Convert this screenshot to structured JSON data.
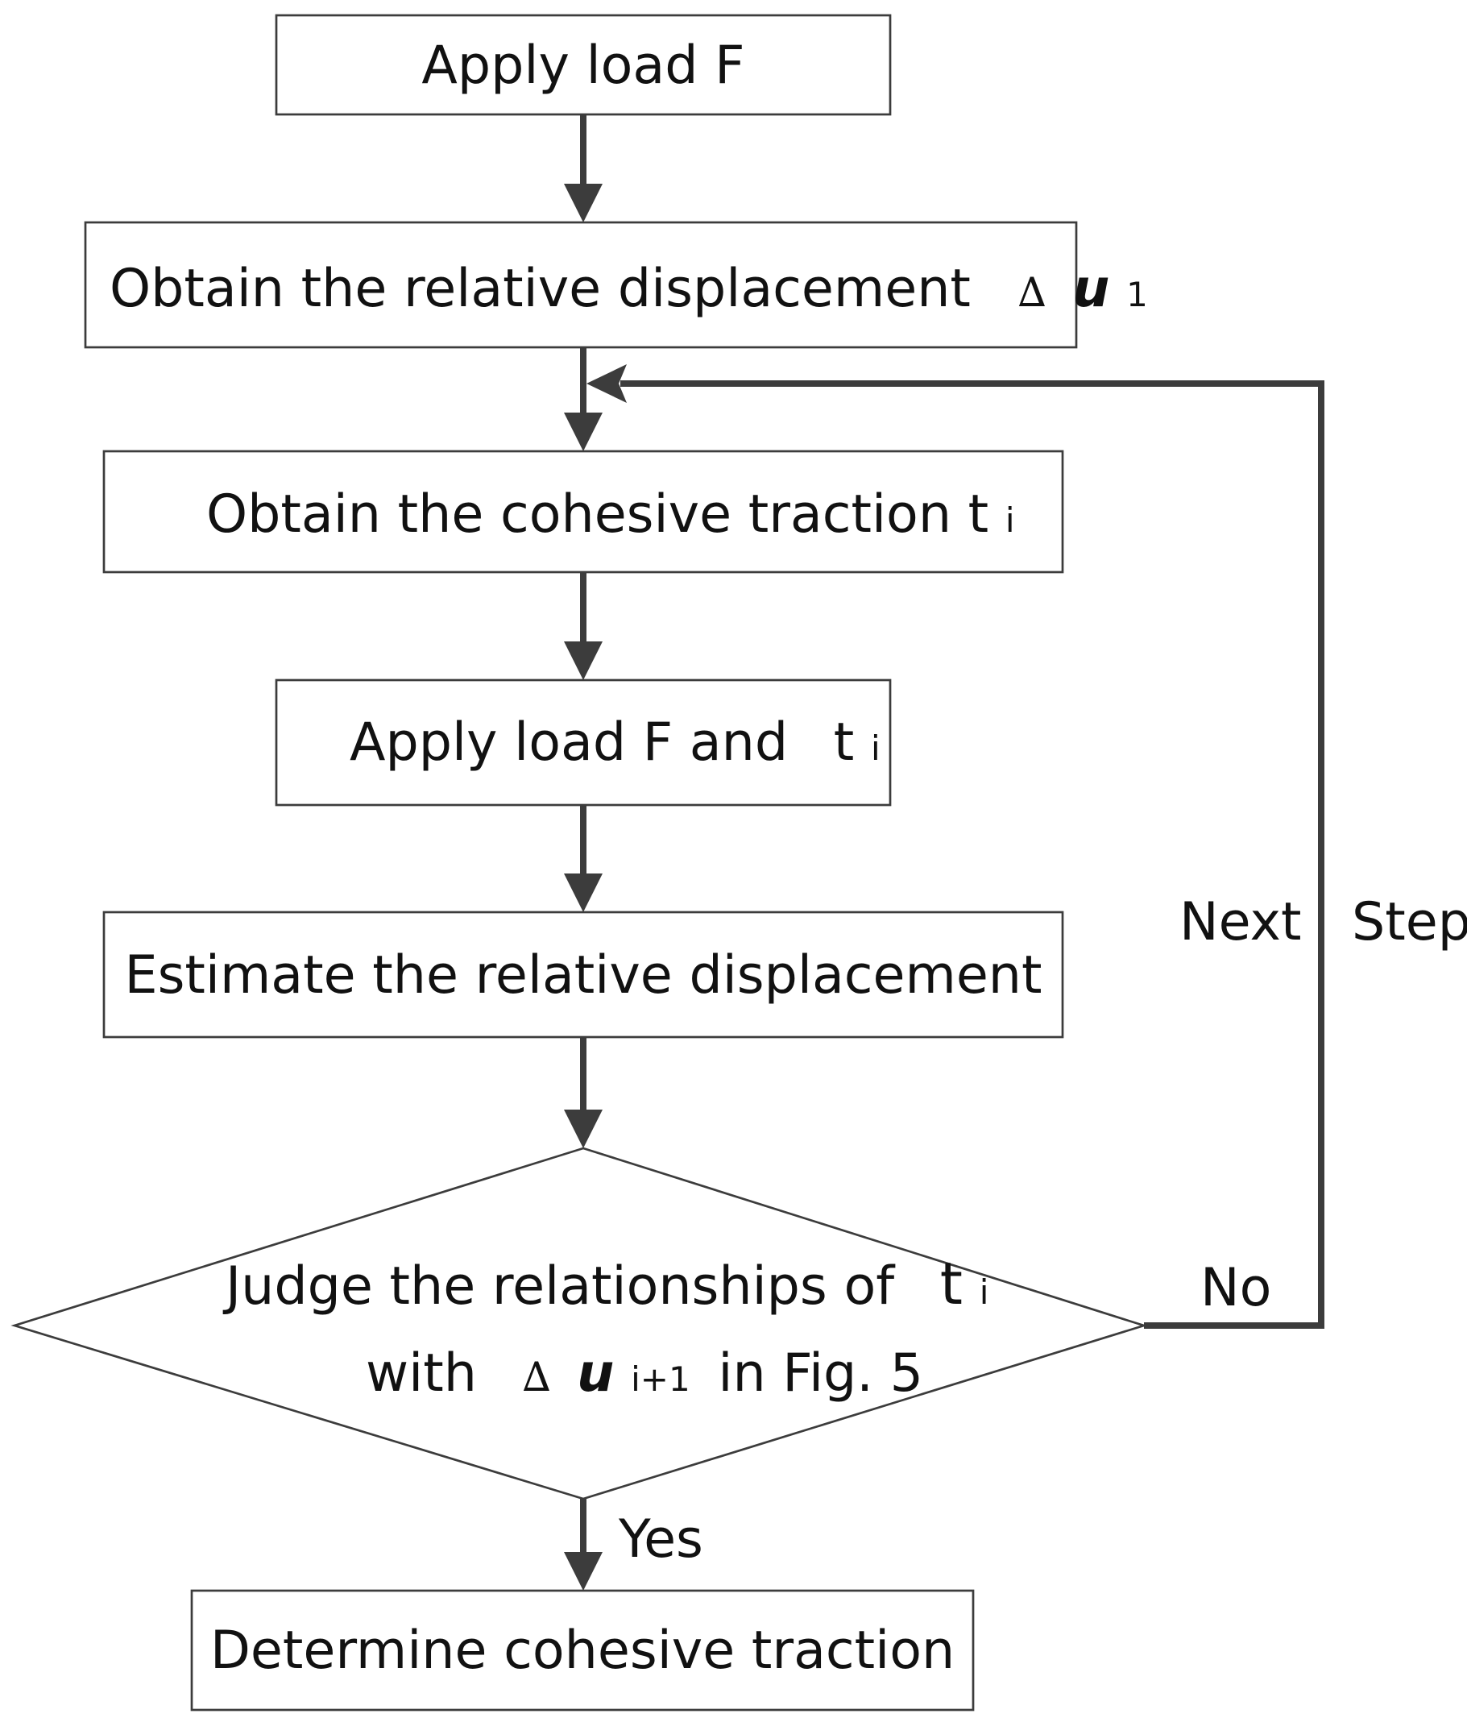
{
  "nodes": {
    "apply_load": {
      "text": "Apply load F"
    },
    "obtain_disp": {
      "text": "Obtain the relative displacement",
      "delta": "∆",
      "var": "u",
      "sub": "1"
    },
    "obtain_traction": {
      "text": "Obtain the cohesive traction t",
      "sub": "i"
    },
    "apply_load_t": {
      "text": "Apply load F and",
      "var": "t",
      "sub": "i"
    },
    "estimate_disp": {
      "text": "Estimate the relative displacement"
    },
    "judge": {
      "line1_text": "Judge the relationships of",
      "line1_var": "t",
      "line1_sub": "i",
      "line2_text": "with",
      "line2_delta": "∆",
      "line2_var": "u",
      "line2_sub": "i+1",
      "line2_tail": "in Fig. 5"
    },
    "determine": {
      "text": "Determine cohesive traction"
    }
  },
  "edge_labels": {
    "yes": "Yes",
    "no": "No",
    "next": "Next",
    "step": "Step"
  }
}
